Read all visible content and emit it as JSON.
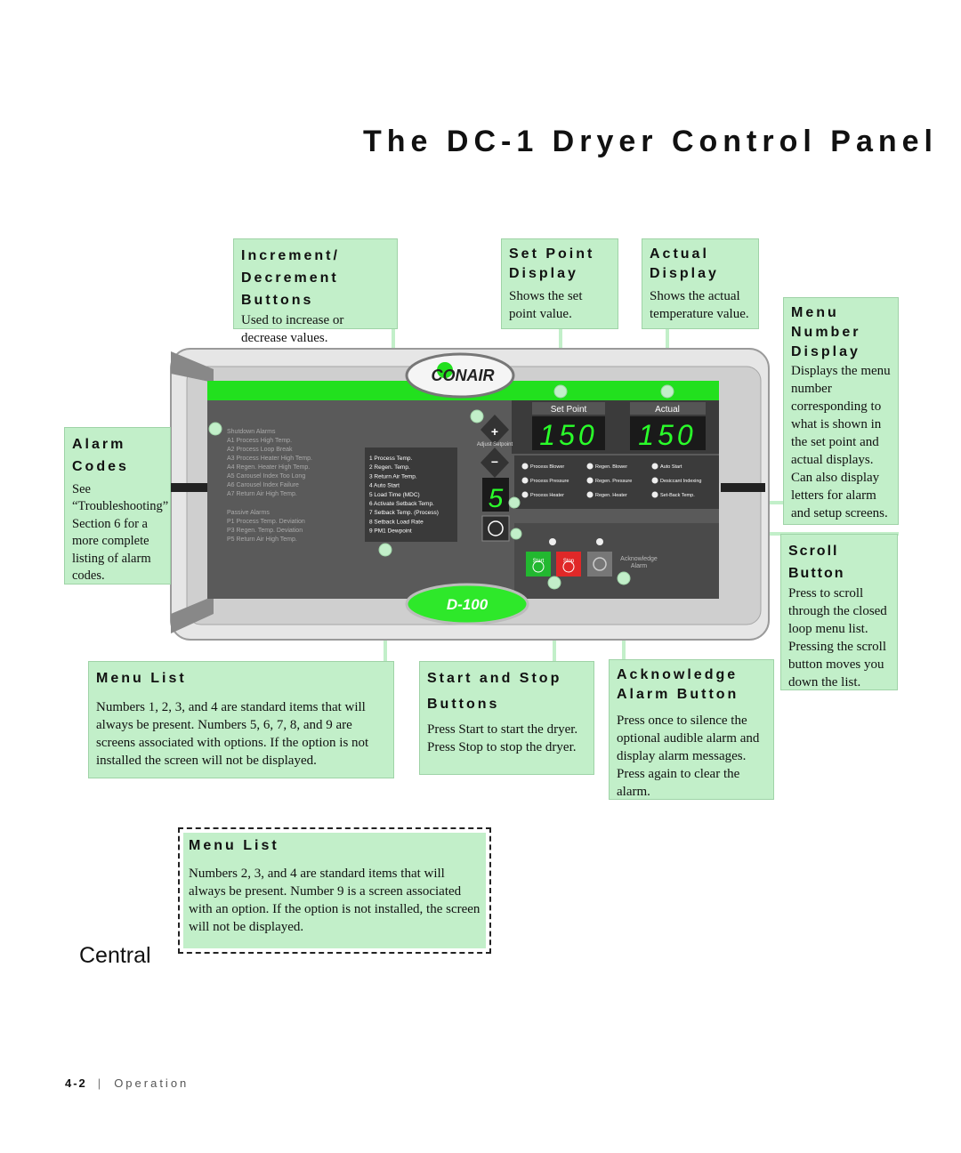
{
  "title": "The DC-1 Dryer Control Panel",
  "callouts": {
    "increment": {
      "title_line1": "Increment/",
      "title_line2": "Decrement Buttons",
      "body": "Used to increase or decrease values."
    },
    "setpoint": {
      "title_line1": "Set Point",
      "title_line2": "Display",
      "body": "Shows the set point value."
    },
    "actual": {
      "title_line1": "Actual",
      "title_line2": "Display",
      "body": "Shows the actual temperature value."
    },
    "menu_number": {
      "title_line1": "Menu",
      "title_line2": "Number",
      "title_line3": "Display",
      "body": "Displays the menu number corresponding to what is shown in the set point and actual displays. Can also display letters for alarm and setup screens."
    },
    "alarm_codes": {
      "title_line1": "Alarm",
      "title_line2": "Codes",
      "body": "See “Troubleshooting” Section 6 for a more complete listing of alarm codes."
    },
    "scroll": {
      "title": "Scroll Button",
      "body": "Press to scroll through the closed loop menu list. Pressing the scroll button moves you down the list."
    },
    "menu_list": {
      "title": "Menu List",
      "body": "Numbers 1, 2, 3, and  4 are standard items that will always be present. Numbers 5, 6, 7, 8, and 9 are screens associated with options. If the option is not installed the screen will not be displayed."
    },
    "start_stop": {
      "title_line1": "Start and Stop",
      "title_line2": "Buttons",
      "body": "Press Start to start the dryer. Press Stop to stop the dryer."
    },
    "acknowledge": {
      "title_line1": "Acknowledge",
      "title_line2": "Alarm Button",
      "body": "Press once to silence the optional audible alarm and display alarm messages. Press again to clear the alarm."
    },
    "menu_list_central": {
      "title": "Menu List",
      "body": "Numbers 2, 3, and 4 are standard items that will always be present. Number 9 is a screen associated with an option. If the option is not installed, the screen will not be displayed."
    }
  },
  "central_label": "Central",
  "footer": {
    "page": "4-2",
    "section": "Operation"
  },
  "panel": {
    "logo": "CONAIR",
    "model": "D-100",
    "setpoint_label": "Set Point",
    "actual_label": "Actual",
    "setpoint_value": "150",
    "actual_value": "150",
    "menu_number": "5",
    "adjust_label": "Adjust Setpoint",
    "plus": "+",
    "minus": "−",
    "shutdown_title": "Shutdown Alarms",
    "shutdown_alarms": [
      "A1  Process High Temp.",
      "A2  Process Loop Break",
      "A3  Process Heater High Temp.",
      "A4  Regen. Heater High Temp.",
      "A5  Carousel Index Too Long",
      "A6  Carousel Index Failure",
      "A7  Return Air High Temp."
    ],
    "passive_title": "Passive Alarms",
    "passive_alarms": [
      "P1  Process Temp. Deviation",
      "P3  Regen. Temp. Deviation",
      "P5  Return Air High Temp."
    ],
    "menu_items": [
      "1  Process Temp.",
      "2  Regen. Temp.",
      "3  Return Air Temp.",
      "4  Auto Start",
      "5  Load Time (MDC)",
      "6  Activate Setback Temp.",
      "7  Setback Temp. (Process)",
      "8  Setback Load Rate",
      "9  PM1 Dewpoint"
    ],
    "indicators": [
      "Process Blower",
      "Regen. Blower",
      "Auto Start",
      "Process Pressure",
      "Regen. Pressure",
      "Desiccant Indexing",
      "Process Heater",
      "Regen. Heater",
      "Set-Back Temp."
    ],
    "start_label": "Start",
    "stop_label": "Stop",
    "ack_label_1": "Acknowledge",
    "ack_label_2": "Alarm"
  },
  "colors": {
    "callout": "#c2efc9",
    "panel_green": "#22e01e",
    "led": "#2aff2a",
    "panel_dark": "#5a5a5a"
  }
}
